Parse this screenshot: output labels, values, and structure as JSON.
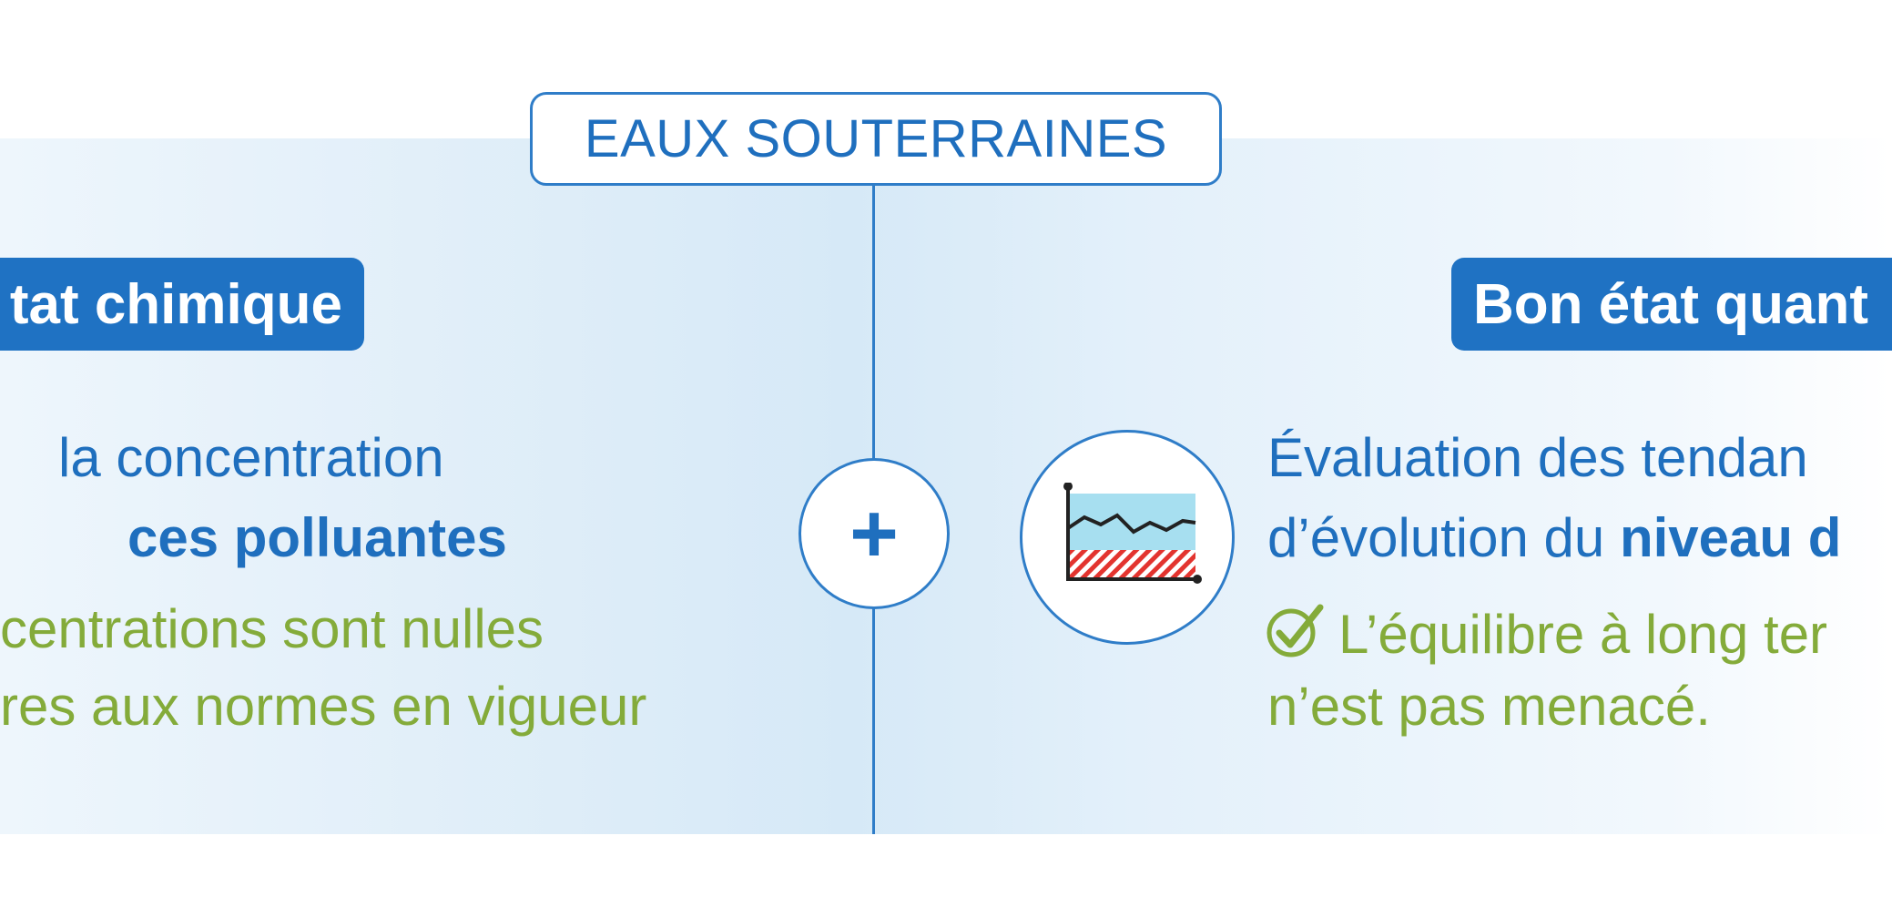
{
  "header": {
    "title": "EAUX SOUTERRAINES"
  },
  "left": {
    "tag": "tat chimique",
    "line1": "la concentration",
    "line2_bold": "ces polluantes",
    "result_line1": "centrations sont nulles",
    "result_line2": "res aux normes en vigueur"
  },
  "center": {
    "operator": "+"
  },
  "right": {
    "tag": "Bon état quant",
    "line1": "Évaluation des tendan",
    "line2_prefix": "d’évolution du ",
    "line2_bold": "niveau d",
    "result_line1": "L’équilibre à long ter",
    "result_line2": "n’est pas menacé.",
    "icon": "water-level-chart-icon",
    "check_icon": "check-circle-icon"
  },
  "colors": {
    "accent_blue": "#1f72c3",
    "text_blue": "#1f6fbe",
    "green": "#84ab3a",
    "panel_bg": "#dcecf8",
    "chart_water": "#a7dff0",
    "chart_hatch": "#e3342f"
  }
}
